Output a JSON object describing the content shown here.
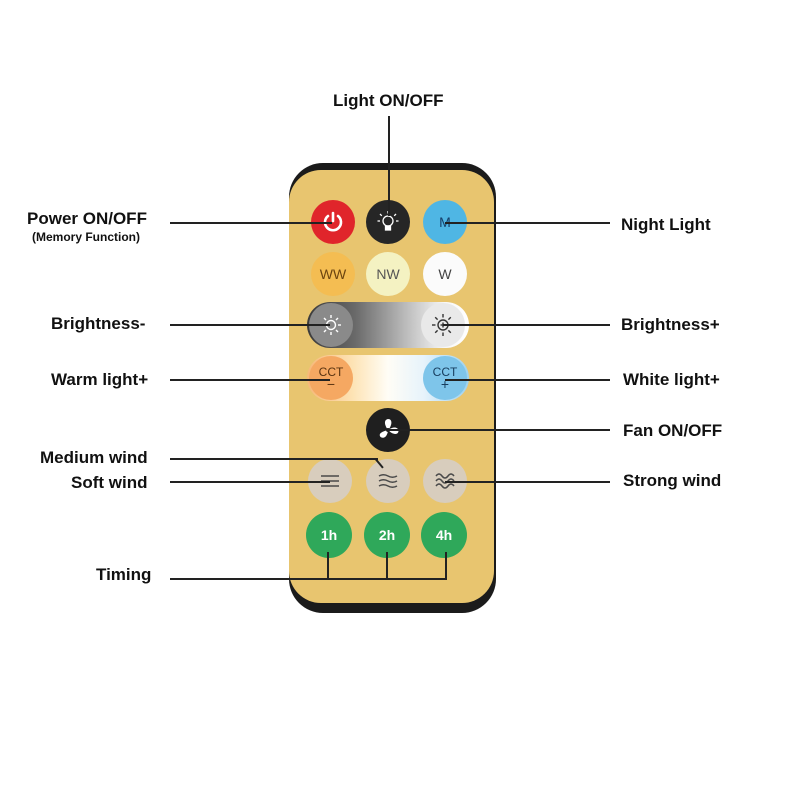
{
  "labels": {
    "light_onoff": "Light ON/OFF",
    "power_onoff": "Power ON/OFF",
    "memory_function": "(Memory Function)",
    "night_light": "Night Light",
    "brightness_minus": "Brightness-",
    "brightness_plus": "Brightness+",
    "warm_light_plus": "Warm light+",
    "white_light_plus": "White light+",
    "fan_onoff": "Fan ON/OFF",
    "medium_wind": "Medium wind",
    "soft_wind": "Soft wind",
    "strong_wind": "Strong wind",
    "timing": "Timing"
  },
  "buttons": {
    "night_light": "M",
    "warm_white": "WW",
    "neutral_white": "NW",
    "white": "W",
    "cct_label": "CCT",
    "cct_minus": "−",
    "cct_plus": "+",
    "timer_1h": "1h",
    "timer_2h": "2h",
    "timer_4h": "4h"
  },
  "colors": {
    "remote_body": "#e8c56f",
    "remote_border": "#1b1b1b",
    "power_red": "#e0252b",
    "night_blue": "#4fb6e4",
    "timer_green": "#2fa85a",
    "wind_gray": "#d8cdbd"
  }
}
